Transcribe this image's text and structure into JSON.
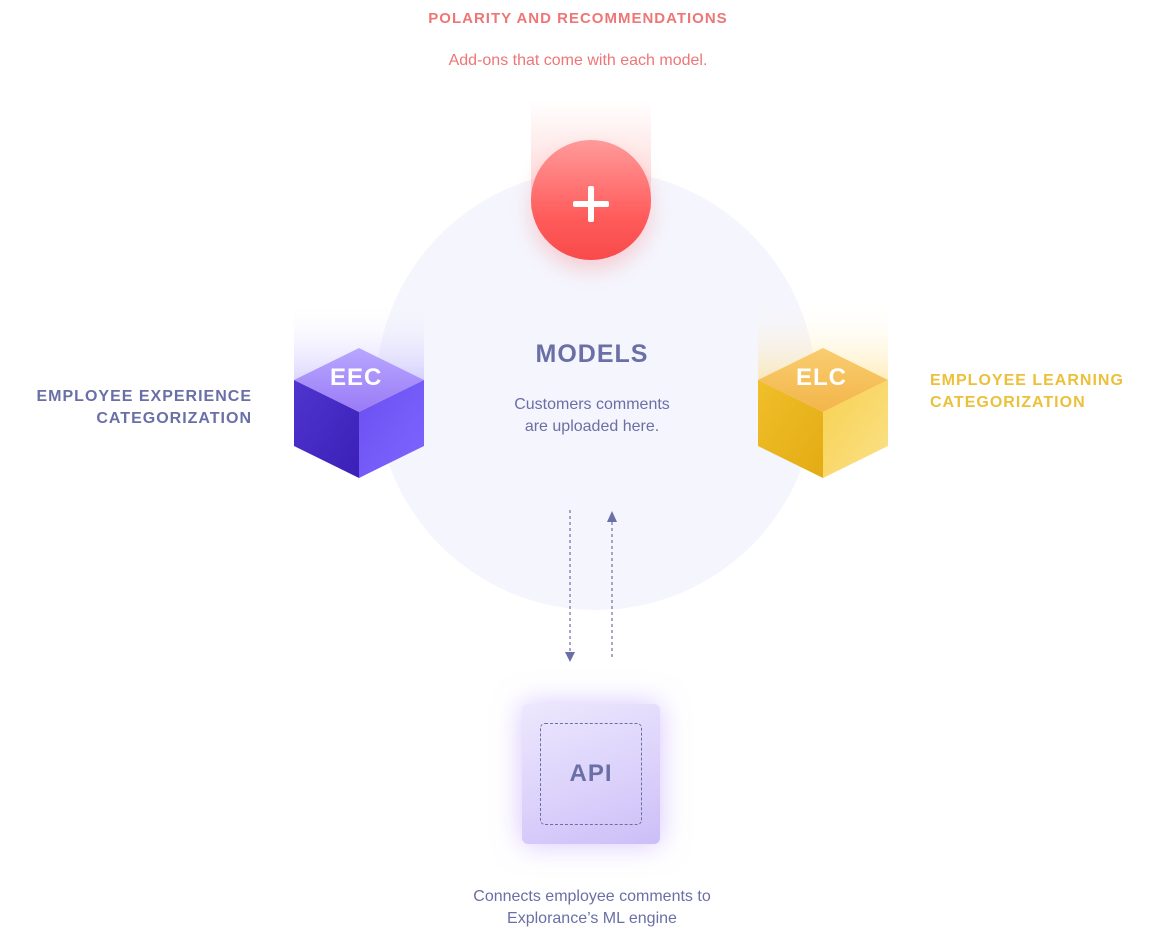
{
  "top": {
    "title": "POLARITY AND RECOMMENDATIONS",
    "subtitle": "Add-ons that come  with each model."
  },
  "models": {
    "title": "MODELS",
    "description_line1": "Customers comments",
    "description_line2": "are uploaded here."
  },
  "eec": {
    "badge": "EEC",
    "label_line1": "EMPLOYEE EXPERIENCE",
    "label_line2": "CATEGORIZATION"
  },
  "elc": {
    "badge": "ELC",
    "label_line1": "EMPLOYEE LEARNING",
    "label_line2": "CATEGORIZATION"
  },
  "api": {
    "badge": "API",
    "description_line1": "Connects employee comments to",
    "description_line2": "Explorance’s ML engine"
  },
  "colors": {
    "accent_red": "#ee7676",
    "accent_blue": "#6a6fa6",
    "accent_yellow": "#ebc03a",
    "accent_purple": "#5a3fe0"
  },
  "icons": {
    "add": "plus-icon",
    "flow": "bidirectional-arrow-icon"
  }
}
